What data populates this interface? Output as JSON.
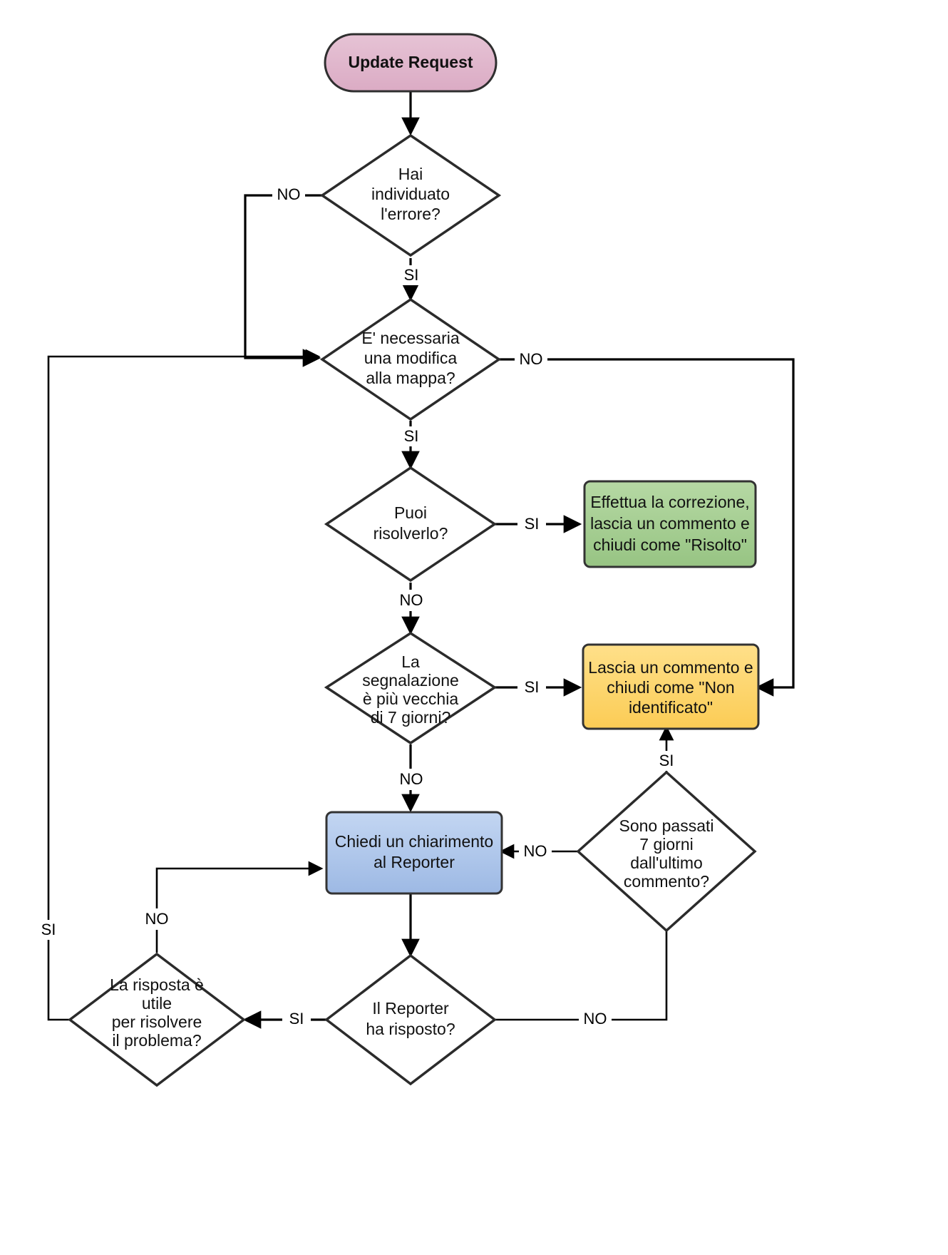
{
  "diagram": {
    "title": "Update Request workflow",
    "language": "it",
    "nodes": [
      {
        "id": "start",
        "type": "terminator",
        "lines": [
          "Update Request"
        ],
        "fill": "#e0b6cc",
        "stroke": "#3a3a3a",
        "bold": true
      },
      {
        "id": "d_errore",
        "type": "decision",
        "lines": [
          "Hai",
          "individuato",
          "l'errore?"
        ],
        "fill": "#ffffff",
        "stroke": "#2b2b2b",
        "bold": false
      },
      {
        "id": "d_mappa",
        "type": "decision",
        "lines": [
          "E' necessaria",
          "una modifica",
          "alla mappa?"
        ],
        "fill": "#ffffff",
        "stroke": "#2b2b2b",
        "bold": false
      },
      {
        "id": "d_risolverlo",
        "type": "decision",
        "lines": [
          "Puoi",
          "risolverlo?"
        ],
        "fill": "#ffffff",
        "stroke": "#2b2b2b",
        "bold": false
      },
      {
        "id": "p_correzione",
        "type": "process",
        "lines": [
          "Effettua la correzione,",
          "lascia un commento e",
          "chiudi come \"Risolto\""
        ],
        "fill": "#a3cd8f",
        "stroke": "#4e7a3c",
        "bold": false
      },
      {
        "id": "d_vecchia",
        "type": "decision",
        "lines": [
          "La",
          "segnalazione",
          "è più vecchia",
          "di 7 giorni?"
        ],
        "fill": "#ffffff",
        "stroke": "#2b2b2b",
        "bold": false
      },
      {
        "id": "p_nonident",
        "type": "process",
        "lines": [
          "Lascia un commento e",
          "chiudi come \"Non",
          "identificato\""
        ],
        "fill": "#fcd669",
        "stroke": "#3c3c3c",
        "bold": false
      },
      {
        "id": "p_chiarimento",
        "type": "process",
        "lines": [
          "Chiedi un chiarimento",
          "al Reporter"
        ],
        "fill": "#abc4ec",
        "stroke": "#3a3a3a",
        "bold": false
      },
      {
        "id": "d_7giorni",
        "type": "decision",
        "lines": [
          "Sono passati",
          "7 giorni",
          "dall'ultimo",
          "commento?"
        ],
        "fill": "#ffffff",
        "stroke": "#111111",
        "bold": false
      },
      {
        "id": "d_risposto",
        "type": "decision",
        "lines": [
          "Il Reporter",
          "ha risposto?"
        ],
        "fill": "#ffffff",
        "stroke": "#111111",
        "bold": false
      },
      {
        "id": "d_utile",
        "type": "decision",
        "lines": [
          "La risposta è",
          "utile",
          "per risolvere",
          "il problema?"
        ],
        "fill": "#ffffff",
        "stroke": "#111111",
        "bold": false
      }
    ],
    "edge_labels": {
      "errore_no": "NO",
      "errore_si": "SI",
      "mappa_no": "NO",
      "mappa_si": "SI",
      "risolverlo_si": "SI",
      "risolverlo_no": "NO",
      "vecchia_si": "SI",
      "vecchia_no": "NO",
      "sette_si": "SI",
      "sette_no": "NO",
      "risposto_si": "SI",
      "risposto_no": "NO",
      "utile_no": "NO",
      "utile_si": "SI"
    },
    "colors": {
      "start_fill": "#e0b6cc",
      "green_fill": "#a3cd8f",
      "yellow_fill": "#fcd669",
      "blue_fill": "#abc4ec",
      "line": "#000000",
      "background": "#ffffff"
    }
  }
}
